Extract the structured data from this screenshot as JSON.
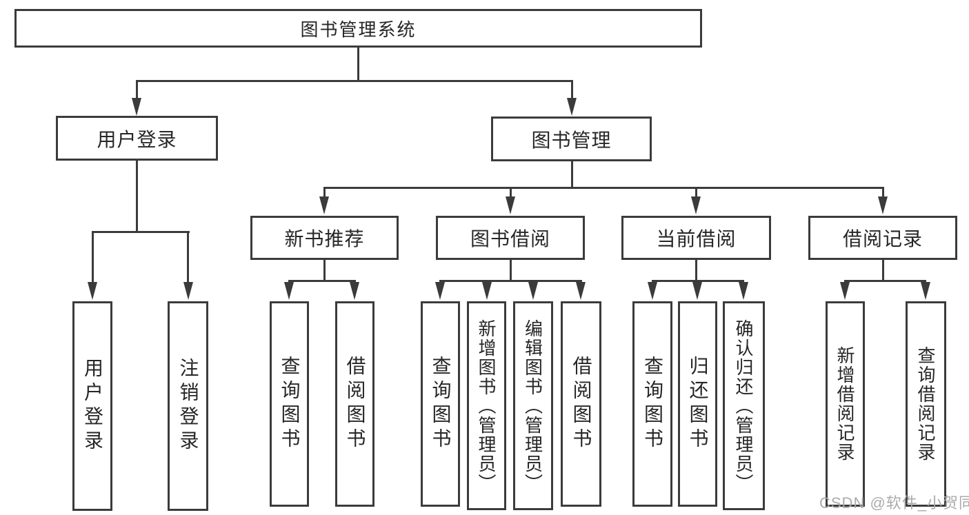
{
  "diagram_title": "图书管理系统",
  "watermark": "CSDN @软件_小贺同学",
  "colors": {
    "line": "#3b3b3b",
    "text": "#262626",
    "box_background": "#ffffff",
    "page_background": "#ffffff",
    "watermark": "#ababab"
  },
  "tree": {
    "label": "图书管理系统",
    "children": [
      {
        "label": "用户登录",
        "children": [
          {
            "label": "用户登录"
          },
          {
            "label": "注销登录"
          }
        ]
      },
      {
        "label": "图书管理",
        "children": [
          {
            "label": "新书推荐",
            "children": [
              {
                "label": "查询图书"
              },
              {
                "label": "借阅图书"
              }
            ]
          },
          {
            "label": "图书借阅",
            "children": [
              {
                "label": "查询图书"
              },
              {
                "label": "新增图书（管理员）"
              },
              {
                "label": "编辑图书（管理员）"
              },
              {
                "label": "借阅图书"
              }
            ]
          },
          {
            "label": "当前借阅",
            "children": [
              {
                "label": "查询图书"
              },
              {
                "label": "归还图书"
              },
              {
                "label": "确认归还（管理员）"
              }
            ]
          },
          {
            "label": "借阅记录",
            "children": [
              {
                "label": "新增借阅记录"
              },
              {
                "label": "查询借阅记录"
              }
            ]
          }
        ]
      }
    ]
  }
}
